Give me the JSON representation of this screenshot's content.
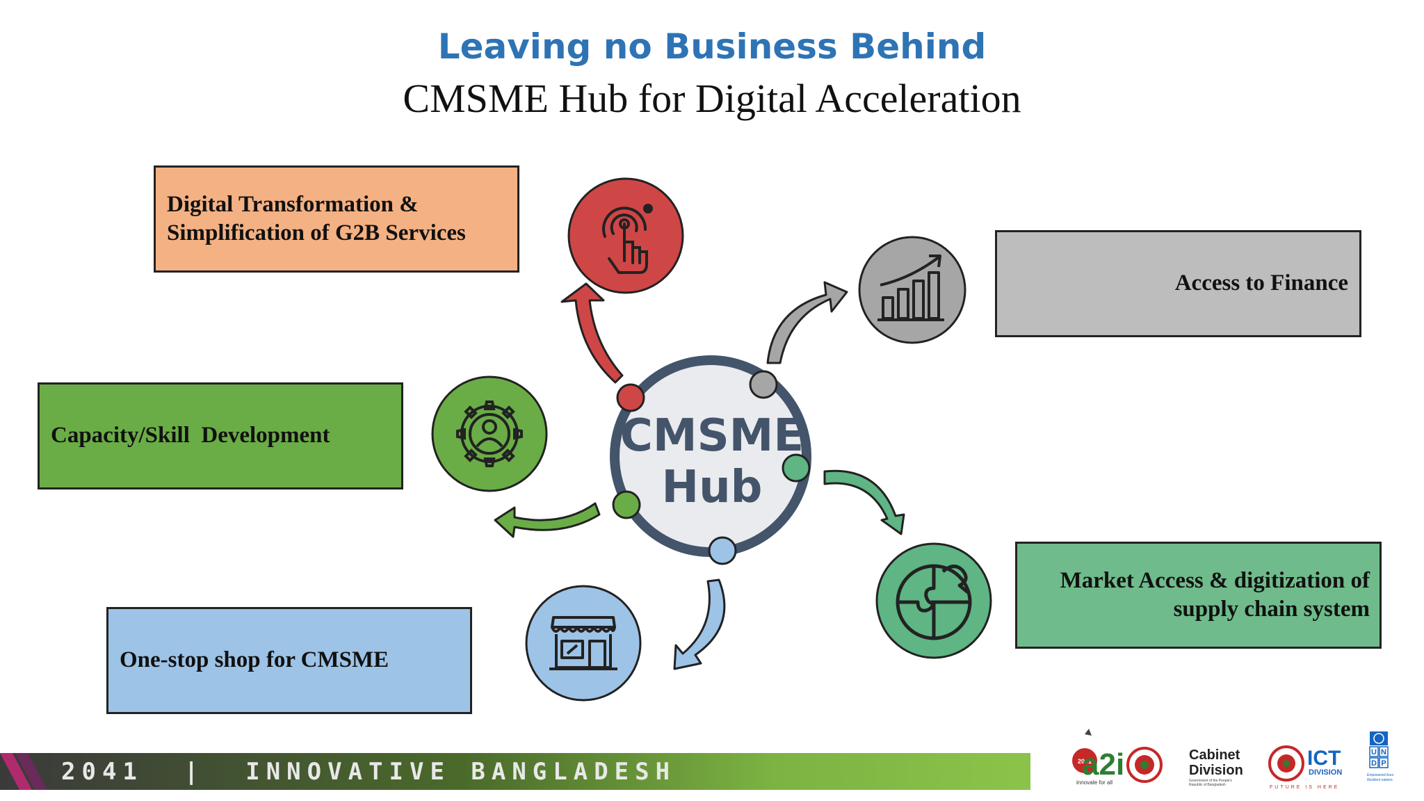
{
  "header": {
    "title": "Leaving no Business Behind",
    "subtitle": "CMSME Hub for Digital Acceleration"
  },
  "hub": {
    "line1": "CMSME",
    "line2": "Hub"
  },
  "boxes": {
    "g2b": {
      "line1": "Digital Transformation &",
      "line2": "Simplification of G2B Services"
    },
    "finance": {
      "label": "Access to Finance"
    },
    "capacity": {
      "label": "Capacity/Skill  Development"
    },
    "market": {
      "line1": "Market Access & digitization of",
      "line2": "supply chain system"
    },
    "shop": {
      "label": "One-stop shop for CMSME"
    }
  },
  "icons": {
    "g2b": "touch-icon",
    "finance": "growth-chart-icon",
    "capacity": "gear-person-icon",
    "market": "puzzle-icon",
    "shop": "storefront-icon"
  },
  "colors": {
    "title_blue": "#2e74b5",
    "g2b_box": "#f4b183",
    "finance_box": "#bdbdbd",
    "capacity_box": "#6aad46",
    "market_box": "#6fbb8b",
    "shop_box": "#9dc3e6",
    "red_circle": "#cf4646",
    "gray_circle": "#a6a6a6",
    "green_circle": "#6aad46",
    "teal_circle": "#5fb584",
    "blue_circle": "#9dc3e6",
    "footer_green": "#8bc34a"
  },
  "footer": {
    "tagline": "2041  |  INNOVATIVE BANGLADESH",
    "logos": {
      "a2i": "a2i",
      "a2i_year": "2041",
      "a2i_sub": "innovate for all",
      "cabinet_line1": "Cabinet",
      "cabinet_line2": "Division",
      "cabinet_sub1": "Government of the People's",
      "cabinet_sub2": "Republic of Bangladesh",
      "ict_line1": "ICT",
      "ict_line2": "DIVISION",
      "ict_sub": "FUTURE IS HERE",
      "undp_letters": [
        "U",
        "N",
        "D",
        "P"
      ],
      "undp_sub1": "Empowered lives.",
      "undp_sub2": "Resilient nations."
    }
  }
}
